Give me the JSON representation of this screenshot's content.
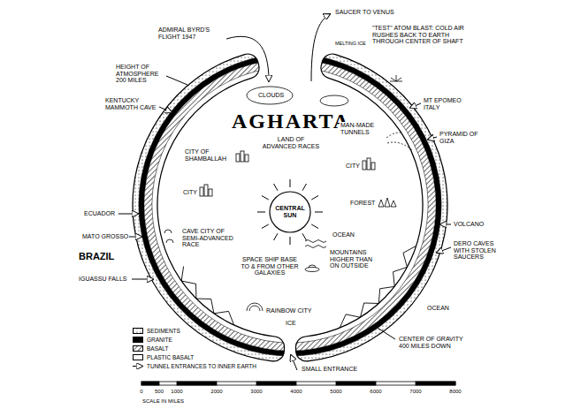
{
  "diagram": {
    "nodes": [
      {
        "text": [
          "CENTRAL SUN"
        ]
      }
    ],
    "labels": [
      "ADMIRAL BYRD'S FLIGHT 1947",
      "SAUCER TO VENUS",
      "MELTING ICE",
      "\"TEST\" ATOM BLAST: COLD AIR RUSHES BACK TO EARTH THROUGH CENTER OF SHAFT",
      "HEIGHT OF ATMOSPHERE 200 MILES",
      "KENTUCKY MAMMOTH CAVE",
      "MT EPOMEO ITALY",
      "PYRAMID OF GIZA",
      "CLOUDS",
      "AGHARTA",
      "LAND OF ADVANCED RACES",
      "CITY OF SHAMBALLAH",
      "MAN-MADE TUNNELS",
      "CITY",
      "CITY",
      "FOREST",
      "VOLCANO",
      "ECUADOR",
      "MATO GROSSO",
      "BRAZIL",
      "CAVE CITY OF SEMI-ADVANCED RACE",
      "OCEAN",
      "MOUNTAINS HIGHER THAN ON OUTSIDE",
      "DERO CAVES WITH STOLEN SAUCERS",
      "IGUASSU FALLS",
      "SPACE SHIP BASE TO & FROM OTHER GALAXIES",
      "RAINBOW CITY",
      "ICE",
      "OCEAN",
      "CENTER OF GRAVITY 400 MILES DOWN",
      "SMALL ENTRANCE",
      "0",
      "500",
      "1000",
      "2000",
      "3000",
      "4000",
      "5000",
      "6000",
      "7000",
      "8000",
      "SCALE IN MILES"
    ],
    "legend": [
      {
        "text": "SEDIMENTS"
      },
      {
        "text": "GRANITE",
        "color": "#000000"
      },
      {
        "text": "BASALT"
      },
      {
        "text": "PLASTIC BASALT",
        "color": "#ffffff"
      },
      {
        "text": "TUNNEL ENTRANCES TO INNER EARTH"
      }
    ]
  }
}
